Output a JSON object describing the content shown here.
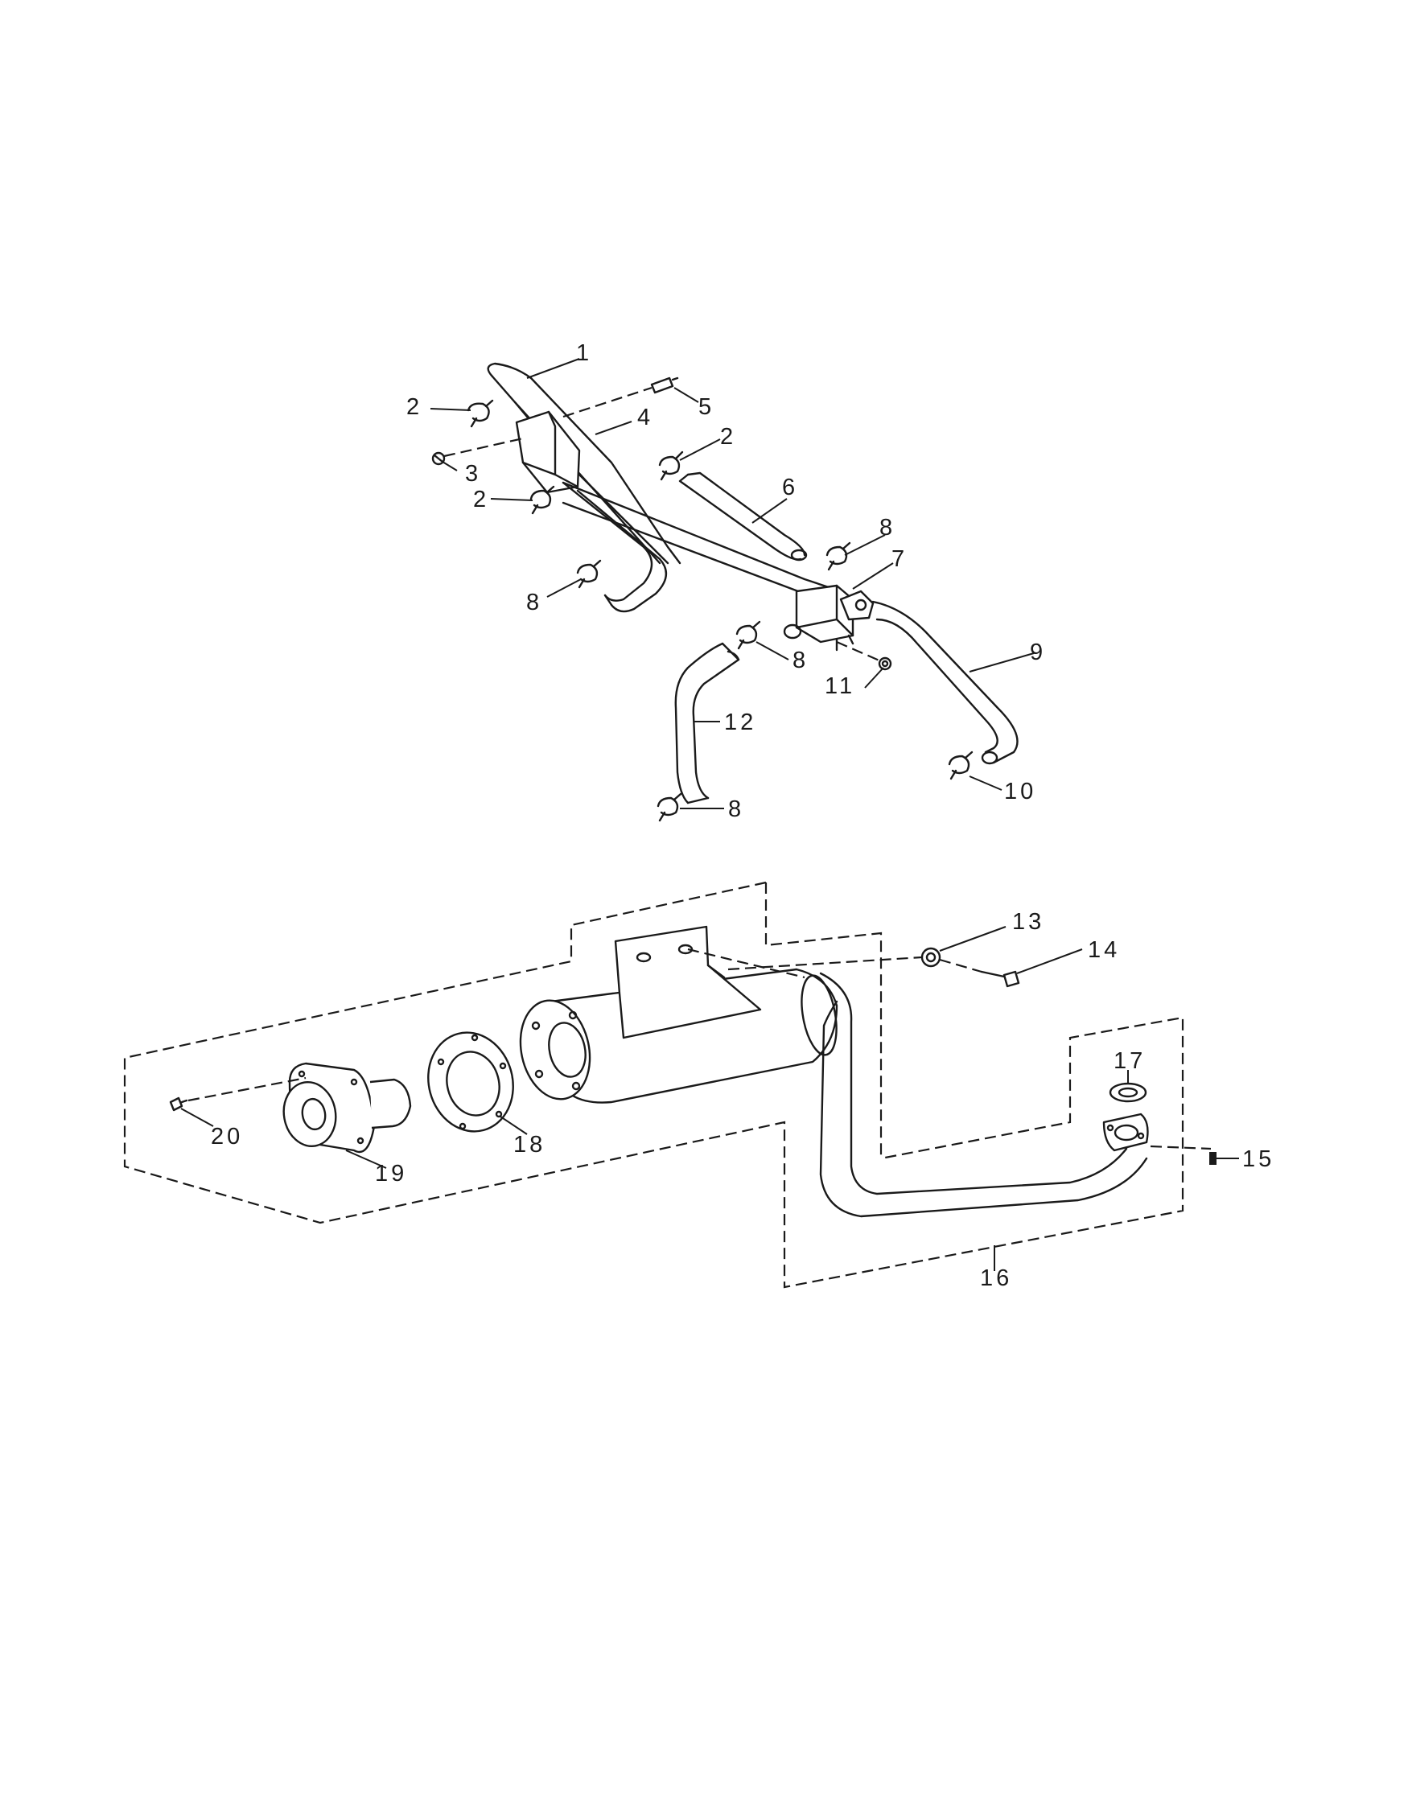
{
  "callouts": {
    "c1": "1",
    "c2a": "2",
    "c2b": "2",
    "c2c": "2",
    "c3": "3",
    "c4": "4",
    "c5": "5",
    "c6": "6",
    "c7": "7",
    "c8a": "8",
    "c8b": "8",
    "c8c": "8",
    "c8d": "8",
    "c9": "9",
    "c10": "10",
    "c11": "11",
    "c12": "12",
    "c13": "13",
    "c14": "14",
    "c15": "15",
    "c16": "16",
    "c17": "17",
    "c18": "18",
    "c19": "19",
    "c20": "20"
  }
}
